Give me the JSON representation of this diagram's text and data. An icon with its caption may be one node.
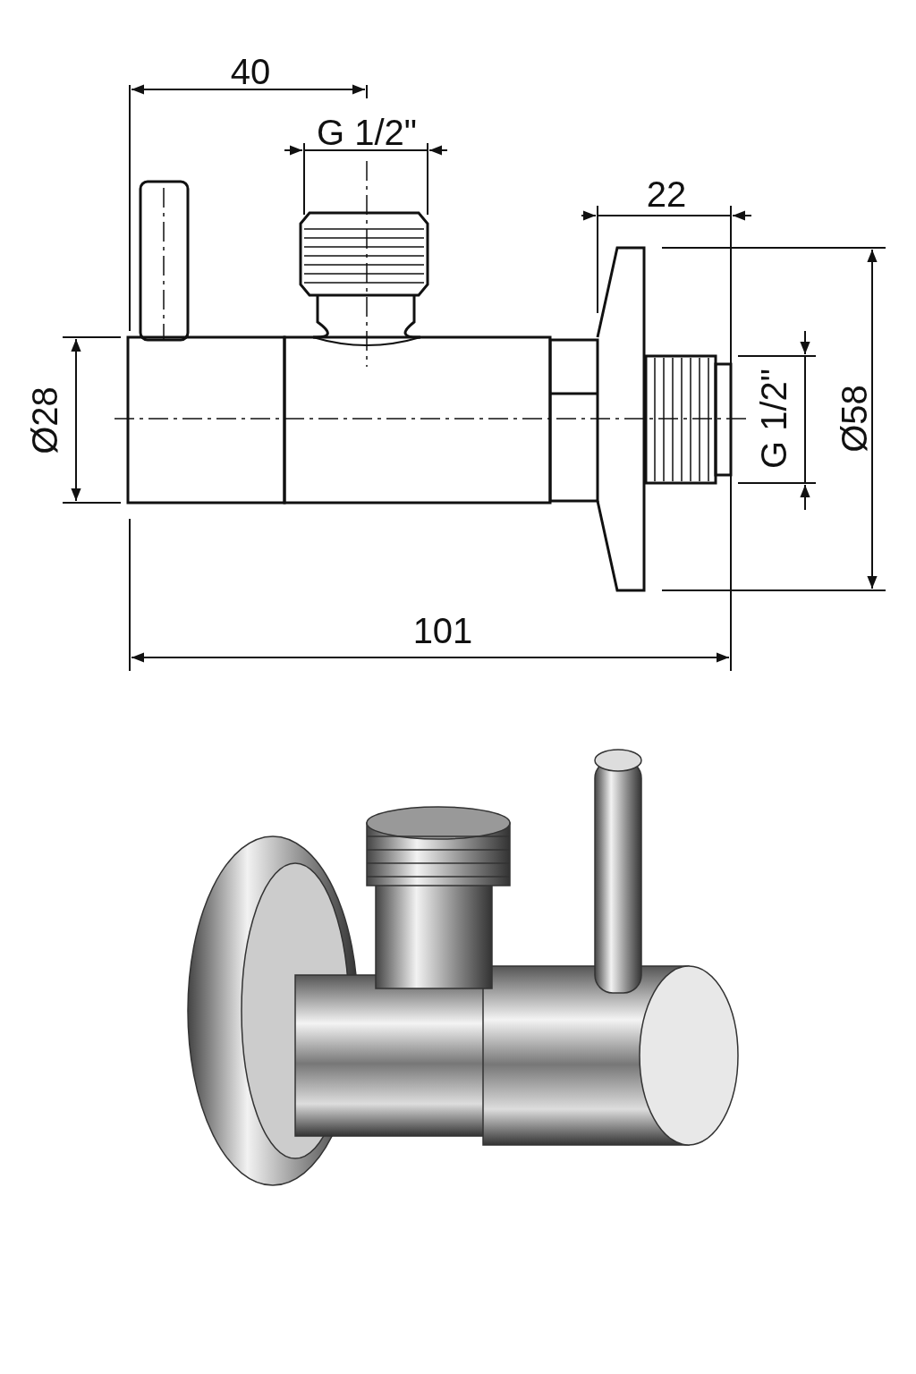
{
  "diagram": {
    "labels": [
      "40",
      "G 1/2\"",
      "22",
      "Ø28",
      "G 1/2\"",
      "Ø58",
      "101"
    ]
  }
}
